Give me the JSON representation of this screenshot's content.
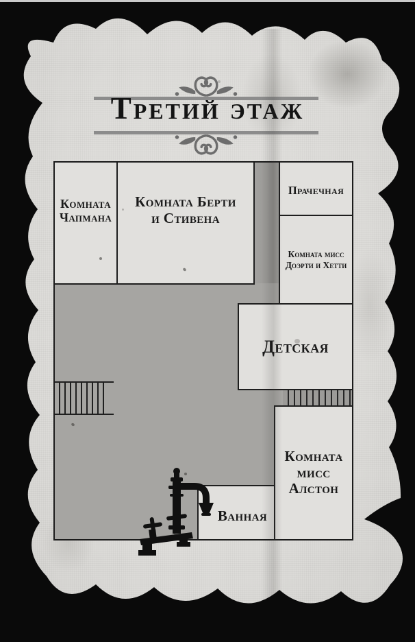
{
  "page": {
    "background_color": "#0a0a0a",
    "paper_color": "#dedddb"
  },
  "header": {
    "title": "Третий этаж",
    "rule_color": "#8c8c8c",
    "ornament_top": "floral-flourish",
    "ornament_bottom": "floral-flourish-mirrored",
    "ornament_color": "#6d6d6d"
  },
  "floorplan": {
    "wall_color": "#1e1e1e",
    "corridor_color": "#a6a5a2",
    "faucet_color": "#101010",
    "rooms": [
      {
        "id": "chapman",
        "label": "Комната\nЧапмана"
      },
      {
        "id": "bertie-stephen",
        "label": "Комната Берти\nи Стивена"
      },
      {
        "id": "laundry",
        "label": "Прачечная"
      },
      {
        "id": "doherty-hetty",
        "label": "Комната мисс\nДоэрти и Хетти"
      },
      {
        "id": "nursery",
        "label": "Детская"
      },
      {
        "id": "miss-alston",
        "label": "Комната\nмисс\nАлстон"
      },
      {
        "id": "bathroom",
        "label": "Ванная"
      }
    ],
    "features": [
      {
        "id": "staircase-left",
        "name": "staircase"
      },
      {
        "id": "staircase-right",
        "name": "staircase"
      },
      {
        "id": "faucet",
        "name": "vintage-bath-faucet-illustration"
      }
    ]
  }
}
